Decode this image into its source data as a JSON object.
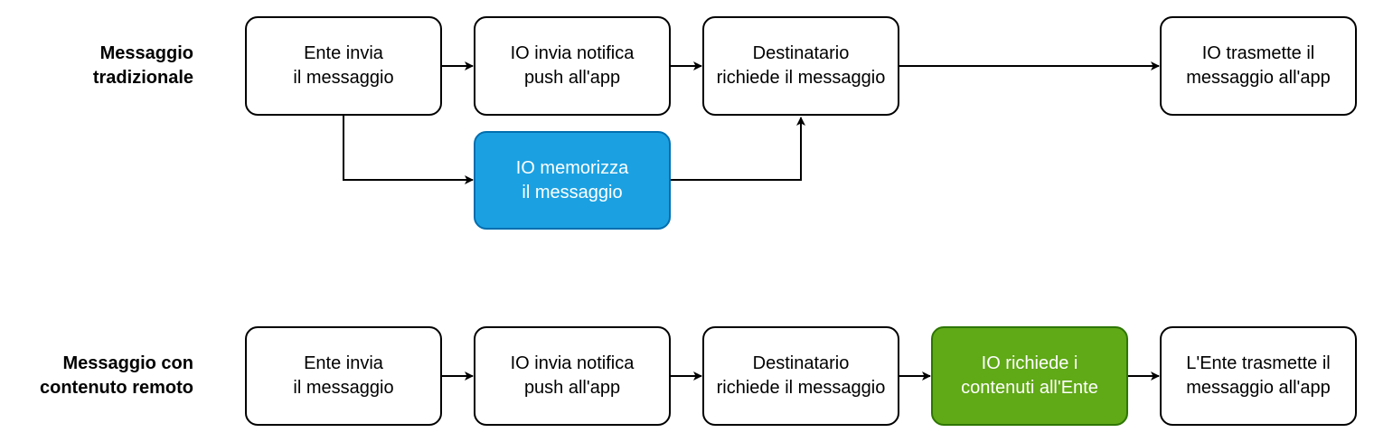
{
  "colors": {
    "highlight_blue": "#1ba1e2",
    "highlight_blue_border": "#006eaf",
    "highlight_green": "#60a917",
    "highlight_green_border": "#2d7600",
    "stroke": "#000000"
  },
  "flow_traditional": {
    "label": [
      "Messaggio",
      "tradizionale"
    ],
    "ente_invia": [
      "Ente invia",
      "il messaggio"
    ],
    "io_notifica": [
      "IO invia notifica",
      "push all'app"
    ],
    "destinatario": [
      "Destinatario",
      "richiede il messaggio"
    ],
    "io_trasmette": [
      "IO trasmette il",
      "messaggio all'app"
    ],
    "io_memorizza": [
      "IO memorizza",
      "il messaggio"
    ]
  },
  "flow_remote": {
    "label": [
      "Messaggio con",
      "contenuto remoto"
    ],
    "ente_invia": [
      "Ente invia",
      "il messaggio"
    ],
    "io_notifica": [
      "IO invia notifica",
      "push all'app"
    ],
    "destinatario": [
      "Destinatario",
      "richiede il messaggio"
    ],
    "io_richiede": [
      "IO richiede i",
      "contenuti all'Ente"
    ],
    "ente_trasmette": [
      "L'Ente trasmette il",
      "messaggio all'app"
    ]
  }
}
